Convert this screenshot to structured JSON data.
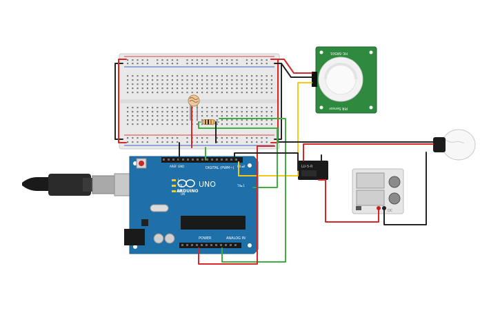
{
  "canvas": {
    "background": "#ffffff"
  },
  "colors": {
    "wire_red": "#d62626",
    "wire_black": "#222222",
    "wire_yellow": "#f3c915",
    "wire_green": "#3fae3f",
    "board_blue": "#1f6fa8",
    "board_dark": "#185c8e",
    "breadboard": "#e9e9e9",
    "pir_green": "#2f8a3f",
    "rail_red": "#e04040",
    "rail_blue": "#3b5fc4"
  },
  "arduino": {
    "brand": "ARDUINO",
    "model": "UNO",
    "header_top": "DIGITAL (PWM~)",
    "header_power": "POWER",
    "header_analog": "ANALOG IN",
    "pin_aref": "AREF",
    "pin_gnd": "GND",
    "label_tx": "TX",
    "label_rx": "RX",
    "label_l": "L",
    "label_on": "ON",
    "label_rxd": "RX◄0",
    "label_txd": "TX►1"
  },
  "pir_sensor": {
    "label_top": "HC-SR501",
    "label_bottom": "PIR Sensor"
  },
  "relay": {
    "label": "LU-5-R"
  },
  "power_supply": {
    "label": "DC"
  },
  "icons": {
    "usb": "usb-cable-icon",
    "bulb": "light-bulb-icon",
    "ldr": "photoresistor-icon",
    "resistor": "resistor-icon"
  }
}
